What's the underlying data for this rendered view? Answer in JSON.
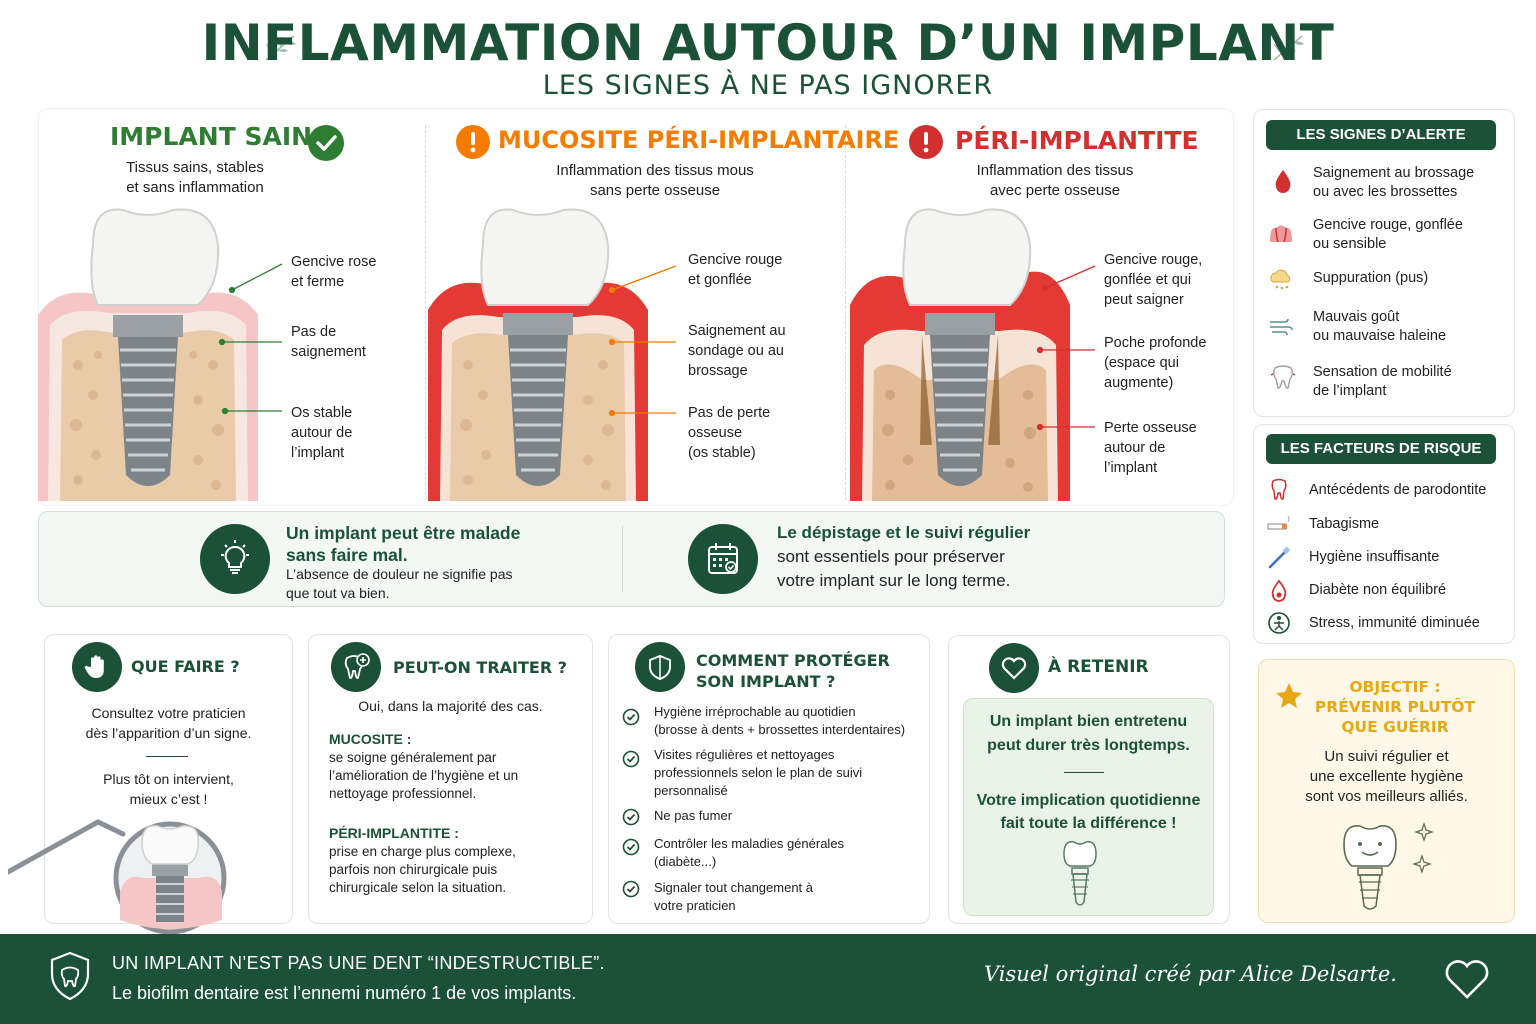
{
  "header": {
    "title": "INFLAMMATION AUTOUR D’UN IMPLANT",
    "subtitle": "LES SIGNES À NE PAS IGNORER"
  },
  "colors": {
    "primary": "#1b5136",
    "healthy": "#2e7d32",
    "warning": "#f57c00",
    "danger": "#d32f2f",
    "gold": "#e6a817"
  },
  "stages": [
    {
      "title": "IMPLANT SAIN",
      "icon": "check-circle-icon",
      "subtitle": [
        "Tissus sains, stables",
        "et sans inflammation"
      ],
      "callouts": [
        [
          "Gencive rose",
          "et ferme"
        ],
        [
          "Pas de",
          "saignement"
        ],
        [
          "Os stable",
          "autour de",
          "l’implant"
        ]
      ]
    },
    {
      "title": "MUCOSITE PÉRI-IMPLANTAIRE",
      "icon": "exclamation-circle-icon",
      "subtitle": [
        "Inflammation des tissus mous",
        "sans perte osseuse"
      ],
      "callouts": [
        [
          "Gencive rouge",
          "et gonflée"
        ],
        [
          "Saignement au",
          "sondage ou au",
          "brossage"
        ],
        [
          "Pas de perte",
          "osseuse",
          "(os stable)"
        ]
      ]
    },
    {
      "title": "PÉRI-IMPLANTITE",
      "icon": "exclamation-circle-icon",
      "subtitle": [
        "Inflammation des tissus",
        "avec perte osseuse"
      ],
      "callouts": [
        [
          "Gencive rouge,",
          "gonflée et qui",
          "peut saigner"
        ],
        [
          "Poche profonde",
          "(espace qui",
          "augmente)"
        ],
        [
          "Perte osseuse",
          "autour de",
          "l’implant"
        ]
      ]
    }
  ],
  "messages": {
    "left": {
      "icon": "lightbulb-icon",
      "strong": [
        "Un implant peut être malade",
        "sans faire mal."
      ],
      "small": [
        "L’absence de douleur ne signifie pas",
        "que tout va bien."
      ]
    },
    "right": {
      "icon": "calendar-icon",
      "strong_line": "Le dépistage et le suivi régulier",
      "lines": [
        "sont essentiels pour préserver",
        "votre implant sur le long terme."
      ]
    }
  },
  "signes": {
    "title": "LES SIGNES D’ALERTE",
    "items": [
      {
        "icon": "blood-drop-icon",
        "text": [
          "Saignement au brossage",
          "ou avec les brossettes"
        ]
      },
      {
        "icon": "swollen-gum-icon",
        "text": [
          "Gencive rouge, gonflée",
          "ou sensible"
        ]
      },
      {
        "icon": "pus-cloud-icon",
        "text": [
          "Suppuration (pus)"
        ]
      },
      {
        "icon": "bad-breath-icon",
        "text": [
          "Mauvais goût",
          "ou mauvaise haleine"
        ]
      },
      {
        "icon": "tooth-icon",
        "text": [
          "Sensation de mobilité",
          "de l’implant"
        ]
      }
    ]
  },
  "facteurs": {
    "title": "LES FACTEURS DE RISQUE",
    "items": [
      {
        "icon": "gum-tooth-icon",
        "text": "Antécédents de parodontite"
      },
      {
        "icon": "cigarette-icon",
        "text": "Tabagisme"
      },
      {
        "icon": "toothbrush-icon",
        "text": "Hygiène insuffisante"
      },
      {
        "icon": "drop-icon",
        "text": "Diabète non équilibré"
      },
      {
        "icon": "stress-icon",
        "text": "Stress, immunité diminuée"
      }
    ]
  },
  "cards": {
    "que_faire": {
      "title": "QUE FAIRE ?",
      "icon": "hand-stop-icon",
      "text1": [
        "Consultez votre praticien",
        "dès l’apparition d’un signe."
      ],
      "text2": [
        "Plus tôt on intervient,",
        "mieux c’est !"
      ]
    },
    "traiter": {
      "title": "PEUT-ON TRAITER ?",
      "icon": "tooth-plus-icon",
      "intro": "Oui, dans la majorité des cas.",
      "muco_label": "MUCOSITE :",
      "muco_text": [
        "se soigne généralement par",
        "l’amélioration de l’hygiène et un",
        "nettoyage professionnel."
      ],
      "peri_label": "PÉRI-IMPLANTITE :",
      "peri_text": [
        "prise en charge plus complexe,",
        "parfois non chirurgicale puis",
        "chirurgicale selon la situation."
      ]
    },
    "proteger": {
      "title": [
        "COMMENT PROTÉGER",
        "SON IMPLANT ?"
      ],
      "icon": "shield-icon",
      "items": [
        [
          "Hygiène irréprochable au quotidien",
          "(brosse à dents + brossettes interdentaires)"
        ],
        [
          "Visites régulières et nettoyages",
          "professionnels selon le plan de suivi",
          "personnalisé"
        ],
        [
          "Ne pas fumer"
        ],
        [
          "Contrôler les maladies générales",
          "(diabète...)"
        ],
        [
          "Signaler tout changement à",
          "votre praticien"
        ]
      ]
    },
    "retenir": {
      "title": "À RETENIR",
      "icon": "heart-icon",
      "text1": [
        "Un implant bien entretenu",
        "peut durer très longtemps."
      ],
      "text2": [
        "Votre implication quotidienne",
        "fait toute la différence !"
      ]
    },
    "objectif": {
      "title": [
        "OBJECTIF :",
        "PRÉVENIR PLUTÔT",
        "QUE GUÉRIR"
      ],
      "text": [
        "Un suivi régulier et",
        "une excellente hygiène",
        "sont vos meilleurs alliés."
      ]
    }
  },
  "footer": {
    "line1": "UN IMPLANT N’EST PAS UNE DENT “INDESTRUCTIBLE”.",
    "line2": "Le biofilm dentaire est l’ennemi numéro 1 de vos implants.",
    "credit": "Visuel original créé par Alice Delsarte."
  }
}
